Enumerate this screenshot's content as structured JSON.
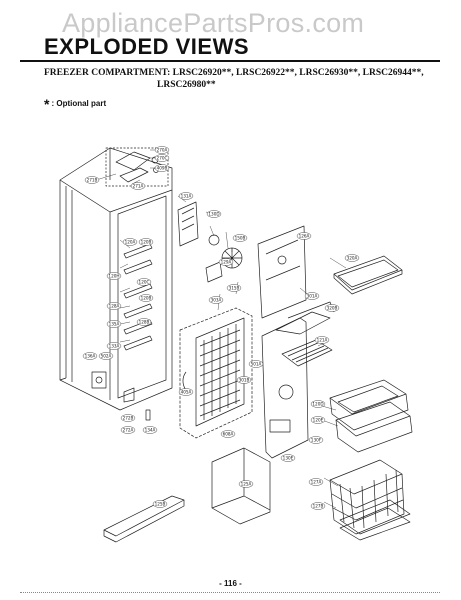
{
  "watermark": "AppliancePartsPros.com",
  "page_title": "EXPLODED VIEWS",
  "compartment": {
    "line1": "FREEZER COMPARTMENT: LRSC26920**, LRSC26922**, LRSC26930**, LRSC26944**,",
    "line2": "LRSC26980**"
  },
  "optional_note": {
    "symbol": "*",
    "text": ": Optional part"
  },
  "page_number": "- 116 -",
  "callouts": [
    {
      "id": "c1",
      "label": "270A"
    },
    {
      "id": "c2",
      "label": "270C"
    },
    {
      "id": "c3",
      "label": "409B"
    },
    {
      "id": "c4",
      "label": "271B"
    },
    {
      "id": "c5",
      "label": "271A"
    },
    {
      "id": "c6",
      "label": "131A"
    },
    {
      "id": "c7",
      "label": "130D"
    },
    {
      "id": "c8",
      "label": "320A"
    },
    {
      "id": "c9",
      "label": "120A"
    },
    {
      "id": "c10",
      "label": "120B"
    },
    {
      "id": "c11",
      "label": "126A"
    },
    {
      "id": "c12",
      "label": "120C"
    },
    {
      "id": "c13",
      "label": "120H"
    },
    {
      "id": "c14",
      "label": "128A"
    },
    {
      "id": "c15",
      "label": "135A"
    },
    {
      "id": "c16",
      "label": "133A"
    },
    {
      "id": "c17",
      "label": "136A"
    },
    {
      "id": "c18",
      "label": "502A"
    },
    {
      "id": "c19",
      "label": "315B"
    },
    {
      "id": "c20",
      "label": "303A"
    },
    {
      "id": "c21",
      "label": "301A"
    },
    {
      "id": "c22",
      "label": "150B"
    },
    {
      "id": "c23",
      "label": "501A"
    },
    {
      "id": "c24",
      "label": "320B"
    },
    {
      "id": "c25",
      "label": "120D"
    },
    {
      "id": "c26",
      "label": "120E"
    },
    {
      "id": "c27",
      "label": "121A"
    },
    {
      "id": "c28",
      "label": "127A"
    },
    {
      "id": "c29",
      "label": "127B"
    },
    {
      "id": "c30",
      "label": "272B"
    },
    {
      "id": "c31",
      "label": "405A"
    },
    {
      "id": "c32",
      "label": "134A"
    },
    {
      "id": "c33",
      "label": "608A"
    },
    {
      "id": "c34",
      "label": "130E"
    },
    {
      "id": "c35",
      "label": "125A"
    },
    {
      "id": "c36",
      "label": "125B"
    },
    {
      "id": "c37",
      "label": "272A"
    },
    {
      "id": "c38",
      "label": "301B"
    },
    {
      "id": "c39",
      "label": "128B"
    },
    {
      "id": "c40",
      "label": "130F"
    },
    {
      "id": "c41",
      "label": "129A"
    },
    {
      "id": "c42",
      "label": "120B"
    }
  ]
}
